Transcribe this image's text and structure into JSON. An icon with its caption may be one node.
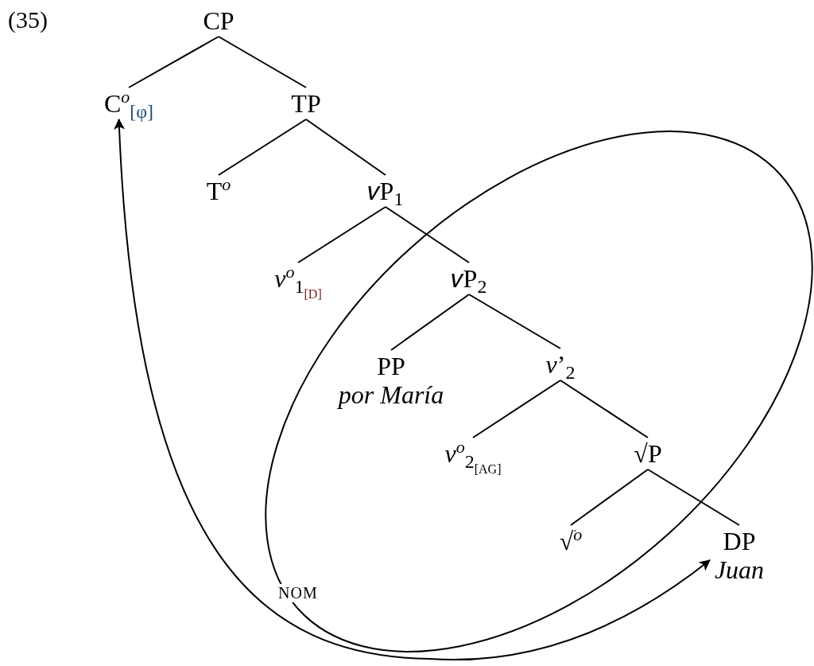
{
  "diagram": {
    "nodes": [
      {
        "text": [
          "CP"
        ]
      },
      {
        "text": [
          "C$^{o}$$_{[φ]}$"
        ]
      },
      {
        "text": [
          "TP"
        ]
      },
      {
        "text": [
          "T$^{o}$"
        ]
      },
      {
        "text": [
          "𝑣P$_{1}$"
        ]
      },
      {
        "text": [
          "*v*$^{o}$$_{1}$$_{[D]}$"
        ]
      },
      {
        "text": [
          "𝑣P$_{2}$"
        ]
      },
      {
        "text": [
          "PP",
          "por María"
        ]
      },
      {
        "text": [
          "*v*’$_{2}$"
        ]
      },
      {
        "text": [
          "*v*$^{o}$$_{2}$$_{[AG]}$"
        ]
      },
      {
        "text": [
          "√P"
        ]
      },
      {
        "text": [
          "√$^{o}$"
        ]
      },
      {
        "text": [
          "DP",
          "Juan"
        ]
      }
    ],
    "edges": [
      {
        "from": 0,
        "to": 1,
        "arrow": "none"
      },
      {
        "from": 0,
        "to": 2,
        "arrow": "none"
      },
      {
        "from": 2,
        "to": 3,
        "arrow": "none"
      },
      {
        "from": 2,
        "to": 4,
        "arrow": "none"
      },
      {
        "from": 4,
        "to": 5,
        "arrow": "none"
      },
      {
        "from": 4,
        "to": 6,
        "arrow": "none"
      },
      {
        "from": 6,
        "to": 7,
        "arrow": "none"
      },
      {
        "from": 6,
        "to": 8,
        "arrow": "none"
      },
      {
        "from": 8,
        "to": 9,
        "arrow": "none"
      },
      {
        "from": 8,
        "to": 10,
        "arrow": "none"
      },
      {
        "from": 10,
        "to": 11,
        "arrow": "none"
      },
      {
        "from": 10,
        "to": 12,
        "arrow": "none"
      },
      {
        "from": 12,
        "to": 1,
        "arrow": "both",
        "label": "NOM"
      }
    ],
    "labels": [
      "(35)"
    ]
  }
}
